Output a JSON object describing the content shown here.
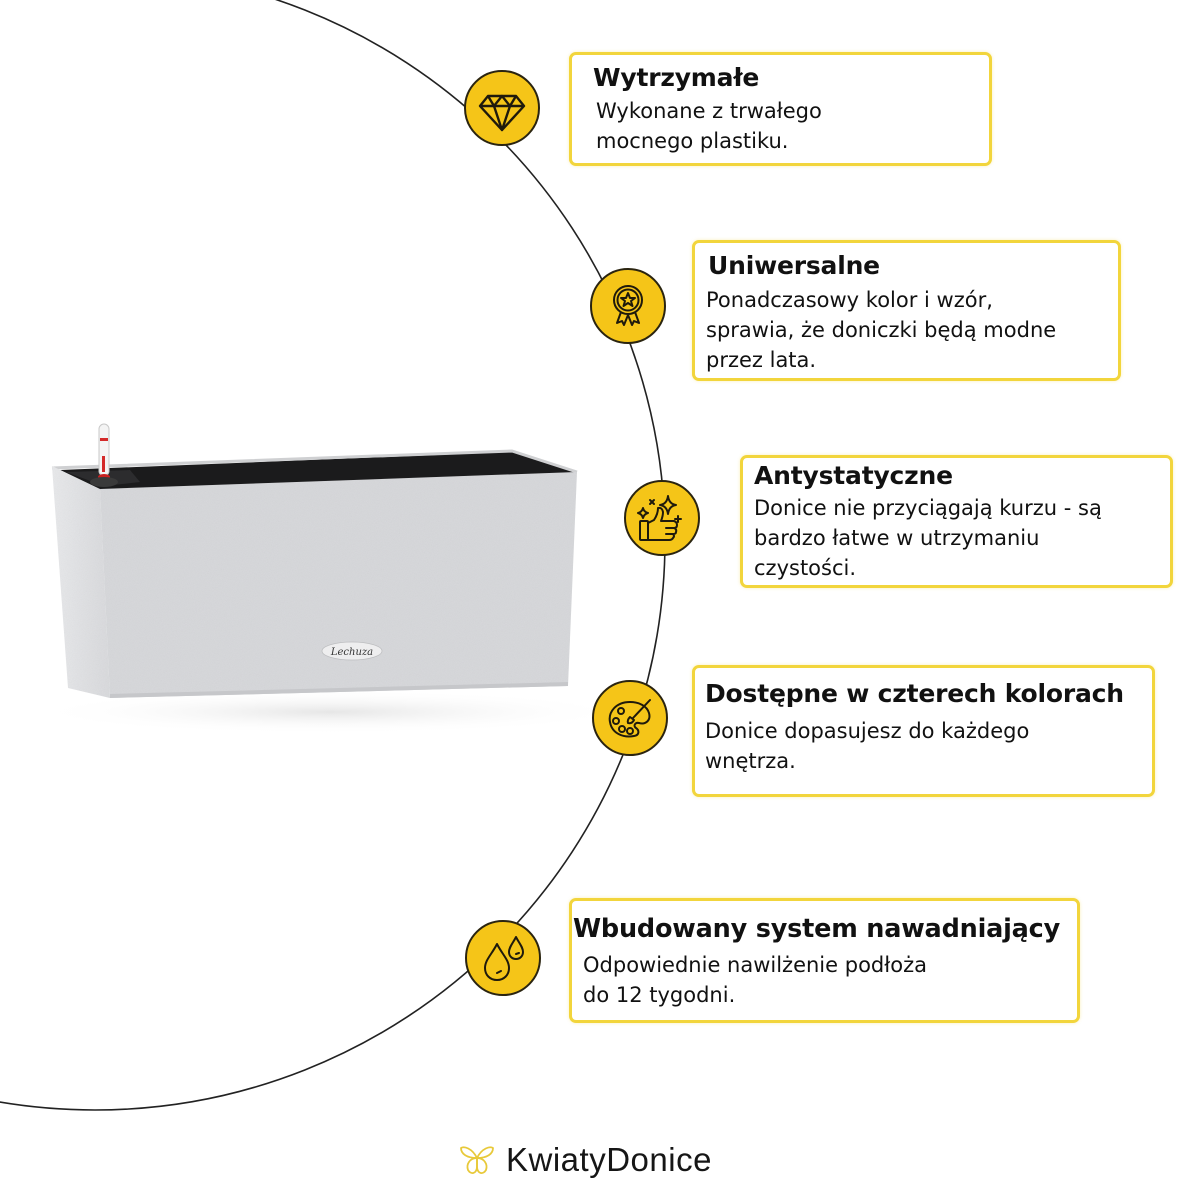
{
  "features": [
    {
      "icon": "diamond-icon",
      "title": "Wytrzymałe",
      "description": "Wykonane z trwałego\nmocnego plastiku."
    },
    {
      "icon": "medal-icon",
      "title": "Uniwersalne",
      "description": "Ponadczasowy kolor i wzór,\nsprawia, że doniczki będą modne\nprzez lata."
    },
    {
      "icon": "thumbs-up-sparkle-icon",
      "title": "Antystatyczne",
      "description": "Donice nie przyciągają kurzu - są\nbardzo łatwe w utrzymaniu\nczystości."
    },
    {
      "icon": "palette-icon",
      "title": "Dostępne w czterech kolorach",
      "description": "Donice dopasujesz do każdego\nwnętrza."
    },
    {
      "icon": "water-drops-icon",
      "title": "Wbudowany system nawadniający",
      "description": "Odpowiednie nawilżenie podłoża\ndo 12 tygodni."
    }
  ],
  "product": {
    "name": "planter",
    "logo_text": "Lechuza"
  },
  "brand": {
    "name": "KwiatyDonice"
  },
  "colors": {
    "accent": "#f5c518",
    "box_border": "#f2d53c",
    "text": "#111111",
    "arc": "#222222"
  }
}
